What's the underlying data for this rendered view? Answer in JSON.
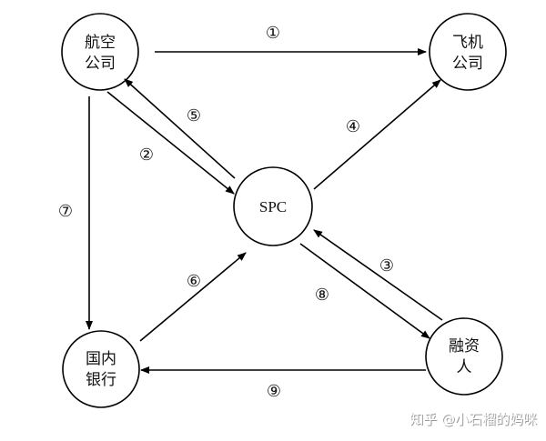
{
  "nodes": {
    "airline": {
      "line1": "航空",
      "line2": "公司"
    },
    "aircraft_company": {
      "line1": "飞机",
      "line2": "公司"
    },
    "spc": {
      "label": "SPC"
    },
    "domestic_bank": {
      "line1": "国内",
      "line2": "银行"
    },
    "financier": {
      "line1": "融资",
      "line2": "人"
    }
  },
  "steps": {
    "s1": "①",
    "s2": "②",
    "s3": "③",
    "s4": "④",
    "s5": "⑤",
    "s6": "⑥",
    "s7": "⑦",
    "s8": "⑧",
    "s9": "⑨"
  },
  "watermark": "知乎 @小石榴的妈咪"
}
